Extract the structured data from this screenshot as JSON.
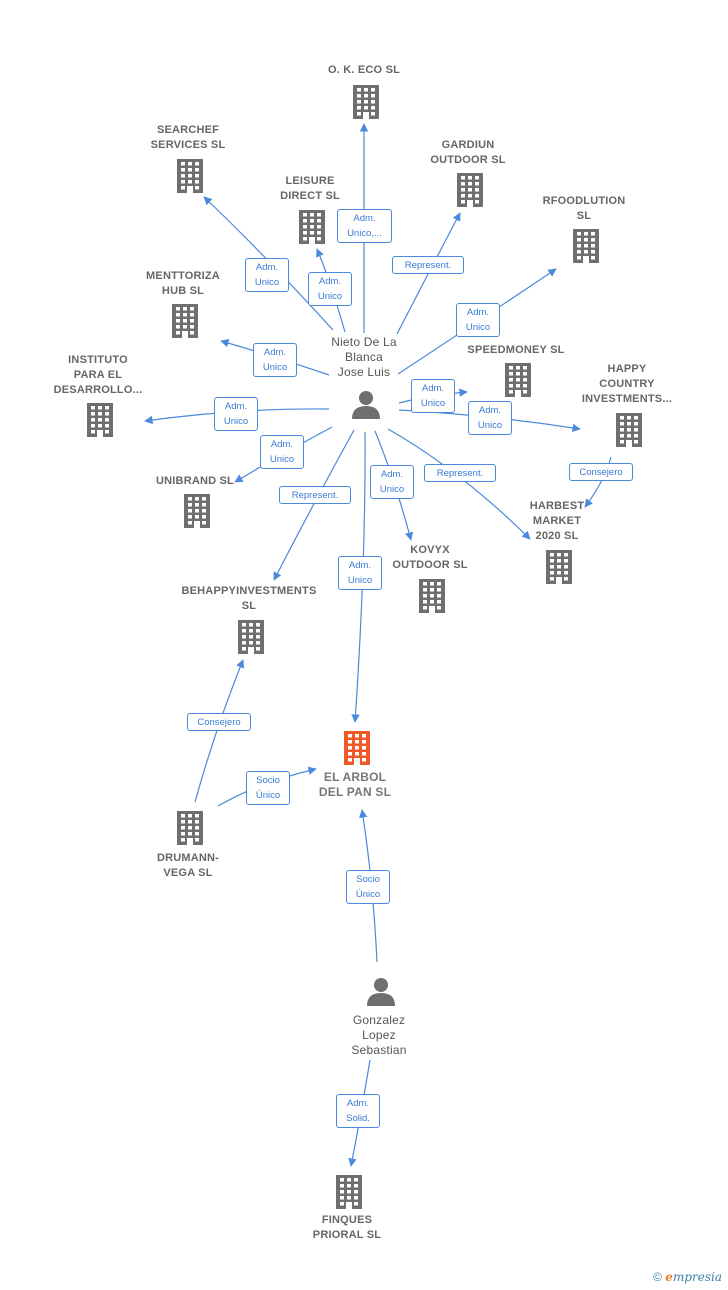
{
  "nodes": {
    "nieto": {
      "label": "Nieto De La\nBlanca\nJose Luis",
      "kind": "person"
    },
    "gonzalez": {
      "label": "Gonzalez\nLopez\nSebastian",
      "kind": "person"
    },
    "arbol": {
      "label": "EL ARBOL\nDEL PAN SL",
      "kind": "focus-company"
    },
    "okeco": {
      "label": "O. K. ECO SL",
      "kind": "company"
    },
    "searchef": {
      "label": "SEARCHEF\nSERVICES SL",
      "kind": "company"
    },
    "gardiun": {
      "label": "GARDIUN\nOUTDOOR SL",
      "kind": "company"
    },
    "leisure": {
      "label": "LEISURE\nDIRECT SL",
      "kind": "company"
    },
    "rfood": {
      "label": "RFOODLUTION\nSL",
      "kind": "company"
    },
    "mentt": {
      "label": "MENTTORIZA\nHUB SL",
      "kind": "company"
    },
    "speed": {
      "label": "SPEEDMONEY SL",
      "kind": "company"
    },
    "happy": {
      "label": "HAPPY\nCOUNTRY\nINVESTMENTS...",
      "kind": "company"
    },
    "instituto": {
      "label": "INSTITUTO\nPARA EL\nDESARROLLO...",
      "kind": "company"
    },
    "unibrand": {
      "label": "UNIBRAND SL",
      "kind": "company"
    },
    "harbest": {
      "label": "HARBEST\nMARKET\n2020 SL",
      "kind": "company"
    },
    "kovyx": {
      "label": "KOVYX\nOUTDOOR SL",
      "kind": "company"
    },
    "behappy": {
      "label": "BEHAPPYINVESTMENTS\nSL",
      "kind": "company"
    },
    "drumann": {
      "label": "DRUMANN-\nVEGA SL",
      "kind": "company"
    },
    "finques": {
      "label": "FINQUES\nPRIORAL SL",
      "kind": "company"
    }
  },
  "edges": [
    {
      "from": "nieto",
      "to": "okeco",
      "label": "Adm.\nUnico,..."
    },
    {
      "from": "nieto",
      "to": "searchef",
      "label": "Adm.\nUnico"
    },
    {
      "from": "nieto",
      "to": "leisure",
      "label": "Adm.\nUnico"
    },
    {
      "from": "nieto",
      "to": "gardiun",
      "label": "Represent."
    },
    {
      "from": "nieto",
      "to": "rfood",
      "label": "Adm.\nUnico"
    },
    {
      "from": "nieto",
      "to": "mentt",
      "label": "Adm.\nUnico"
    },
    {
      "from": "nieto",
      "to": "speed",
      "label": "Adm.\nUnico"
    },
    {
      "from": "nieto",
      "to": "happy",
      "label": "Adm.\nUnico"
    },
    {
      "from": "nieto",
      "to": "instituto",
      "label": "Adm.\nUnico"
    },
    {
      "from": "nieto",
      "to": "unibrand",
      "label": "Adm.\nUnico"
    },
    {
      "from": "nieto",
      "to": "kovyx",
      "label": "Adm.\nUnico"
    },
    {
      "from": "nieto",
      "to": "harbest",
      "label": "Represent."
    },
    {
      "from": "nieto",
      "to": "behappy",
      "label": "Represent."
    },
    {
      "from": "nieto",
      "to": "arbol",
      "label": "Adm.\nUnico"
    },
    {
      "from": "happy",
      "to": "harbest",
      "label": "Consejero"
    },
    {
      "from": "drumann",
      "to": "behappy",
      "label": "Consejero"
    },
    {
      "from": "drumann",
      "to": "arbol",
      "label": "Socio\nÚnico"
    },
    {
      "from": "gonzalez",
      "to": "arbol",
      "label": "Socio\nÚnico"
    },
    {
      "from": "gonzalez",
      "to": "finques",
      "label": "Adm.\nSolid."
    }
  ],
  "colors": {
    "edge": "#4a89dc",
    "company": "#6f6f6f",
    "focus": "#f05a28",
    "person": "#6f6f6f"
  },
  "brand": {
    "copyright": "©",
    "name_initial": "e",
    "name_rest": "mpresia"
  }
}
